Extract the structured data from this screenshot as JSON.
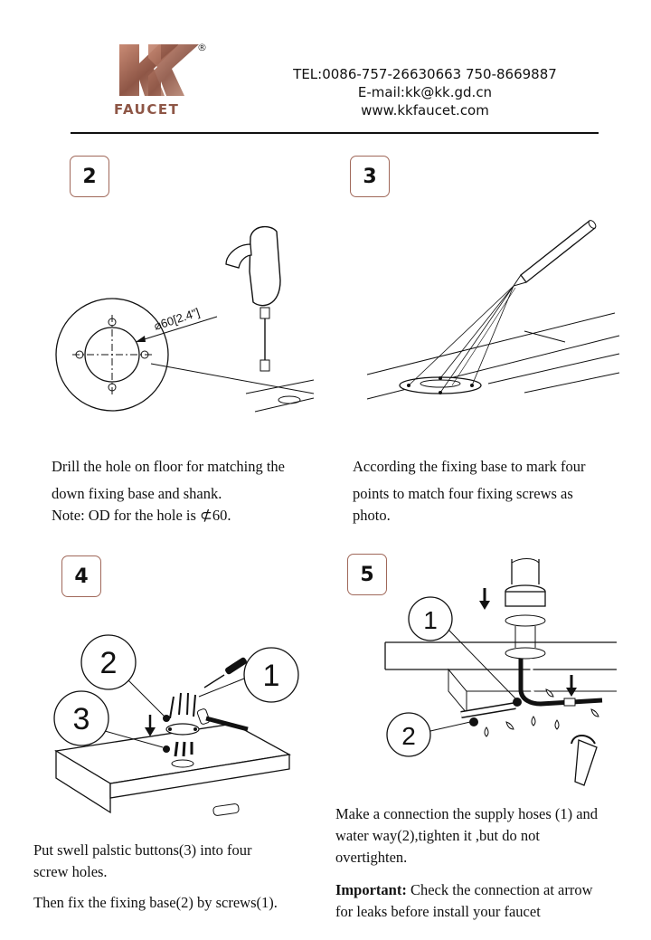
{
  "header": {
    "logo_text": "FAUCET",
    "logo_mark": "KK",
    "registered": "®",
    "tel": "TEL:0086-757-26630663 750-8669887",
    "email": "E-mail:kk@kk.gd.cn",
    "web": "www.kkfaucet.com"
  },
  "steps": [
    {
      "number": "2",
      "label_dim": "⌀60[2.4\"]",
      "lines": [
        "Drill the hole on floor for matching the",
        "down fixing base and shank.",
        "Note: OD for the hole is  ⊄60."
      ]
    },
    {
      "number": "3",
      "lines": [
        "According the fixing base to mark four",
        "points to match four fixing screws as",
        "photo."
      ]
    },
    {
      "number": "4",
      "callouts": [
        "2",
        "1",
        "3"
      ],
      "lines": [
        "Put swell palstic buttons(3) into four",
        "screw holes.",
        "Then fix the fixing base(2) by screws(1)."
      ]
    },
    {
      "number": "5",
      "callouts": [
        "1",
        "2"
      ],
      "lines": [
        "Make a connection the supply hoses (1) and",
        "water way(2),tighten it ,but do not",
        "overtighten."
      ],
      "important_label": "Important:",
      "important_text": " Check the connection at arrow",
      "important_line2": "for leaks before install your faucet"
    }
  ],
  "colors": {
    "logo": "#a0685a",
    "box_border": "#a0685a",
    "ink": "#111111"
  }
}
